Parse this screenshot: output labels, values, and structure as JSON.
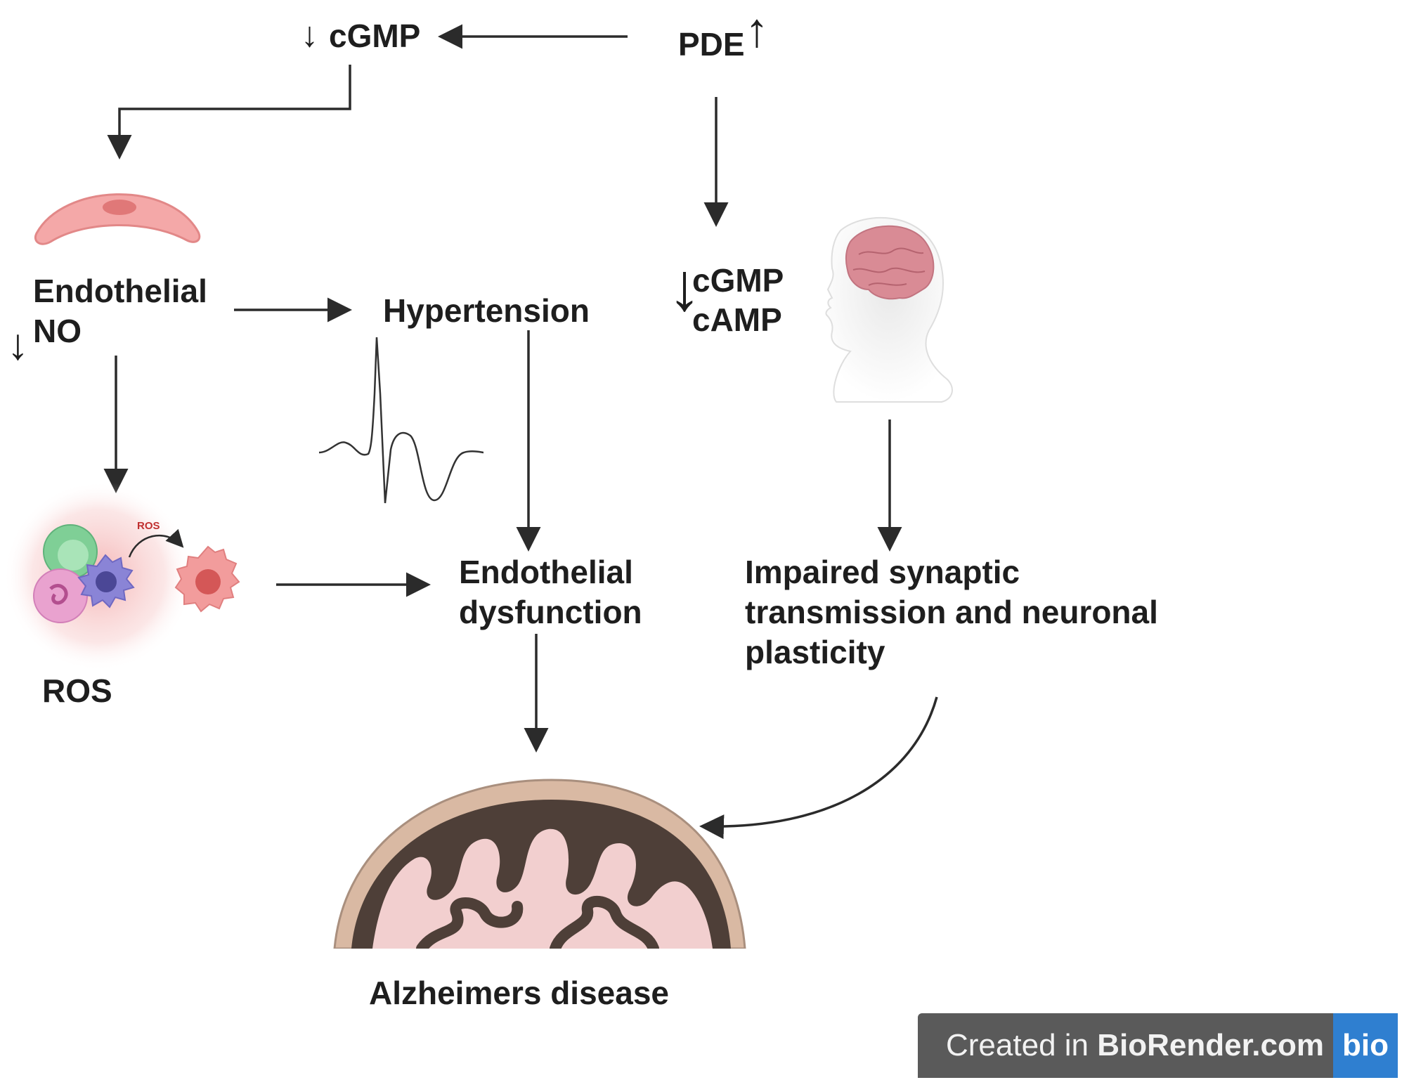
{
  "labels": {
    "cgmp_top": "cGMP",
    "pde": "PDE",
    "endothelial_no_line1": "Endothelial",
    "endothelial_no_line2": "NO",
    "hypertension": "Hypertension",
    "cgmp_mid": "cGMP",
    "camp_mid": "cAMP",
    "ros_small": "ROS",
    "ros": "ROS",
    "endothelial_dysfunction_line1": "Endothelial",
    "endothelial_dysfunction_line2": "dysfunction",
    "impaired_line1": "Impaired synaptic",
    "impaired_line2": "transmission and neuronal",
    "impaired_line3": "plasticity",
    "alzheimers": "Alzheimers disease"
  },
  "indicators": {
    "cgmp_top": "↓",
    "pde": "↑",
    "no": "↓",
    "cgmp_camp": "↓"
  },
  "badge": {
    "prefix": "Created in ",
    "brand": "BioRender.com",
    "logo": "bio"
  },
  "icons": [
    "endothelial-cell-icon",
    "ecg-waveform-icon",
    "human-head-brain-icon",
    "immune-cells-icon",
    "brain-section-icon"
  ],
  "colors": {
    "arrow": "#2b2b2b",
    "cell": "#f4a8a8",
    "cell_nucleus": "#e07878",
    "brain_pink": "#f2cfcf",
    "brain_dark": "#4e3f38",
    "skull": "#d9b9a3",
    "badge_bg": "#5a5a5a",
    "badge_logo": "#2f7fd0"
  }
}
